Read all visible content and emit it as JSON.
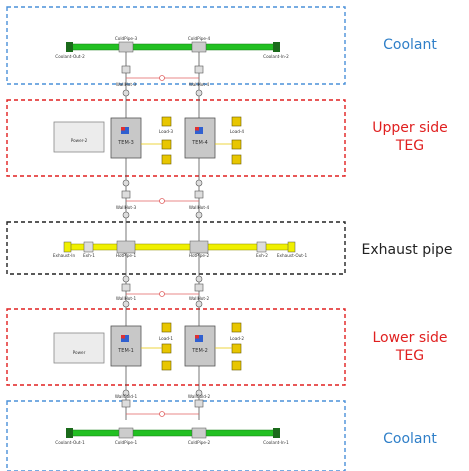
{
  "labels": {
    "coolant_top": "Coolant",
    "upper_teg_line1": "Upper side",
    "upper_teg_line2": "TEG",
    "exhaust_pipe": "Exhaust pipe",
    "lower_teg_line1": "Lower side",
    "lower_teg_line2": "TEG",
    "coolant_bottom": "Coolant"
  },
  "top_coolant": {
    "out": "Coolant-Out-2",
    "pipe_left": "ColdPipe-3",
    "pipe_right": "ColdPipe-4",
    "in": "Coolant-In-2"
  },
  "top_walls": {
    "left": "WallHot-3",
    "right": "WallHot-4"
  },
  "upper_teg": {
    "power": "Power-2",
    "tem_left": "TEM-3",
    "tem_right": "TEM-4",
    "load_left": "Load-3",
    "load_right": "Load-4"
  },
  "upper_exh_walls": {
    "left": "WallHot-3",
    "right": "WallHot-4"
  },
  "exhaust": {
    "in": "Exhaust-In",
    "exh_left": "Exh-1",
    "pipe_left": "HotPipe-1",
    "pipe_right": "HotPipe-2",
    "exh_right": "Exh-2",
    "out": "Exhaust-Out-1"
  },
  "lower_exh_walls": {
    "left": "WallHot-1",
    "right": "WallHot-2"
  },
  "lower_teg": {
    "power": "Power",
    "tem_left": "TEM-1",
    "tem_right": "TEM-2",
    "load_left": "Load-1",
    "load_right": "Load-2"
  },
  "bottom_walls": {
    "left": "WallCold-1",
    "right": "WallCold-2"
  },
  "bottom_coolant": {
    "out": "Coolant-Out-1",
    "pipe_left": "ColdPipe-1",
    "pipe_right": "ColdPipe-2",
    "in": "Coolant-In-1"
  },
  "colors": {
    "coolant_box": "#4a90d9",
    "teg_box": "#e02020",
    "exhaust_box": "#222222",
    "coolant_pipe": "#22c022",
    "exhaust_pipe": "#f0f000",
    "label_blue": "#2f7fc8",
    "label_red": "#e02020",
    "connector": "#e06060"
  }
}
